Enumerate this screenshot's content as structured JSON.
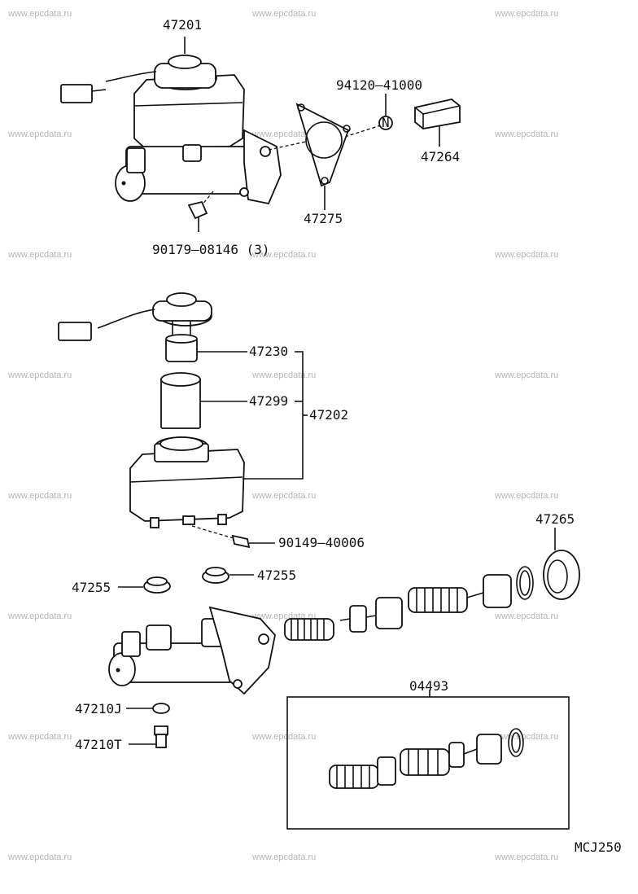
{
  "watermark": "www.epcdata.ru",
  "diagram_code": "MCJ250",
  "labels": {
    "p47201": "47201",
    "p94120": "94120–41000",
    "p47264": "47264",
    "p47275": "47275",
    "p90179": "90179–08146 (3)",
    "p47230": "47230",
    "p47299": "47299",
    "p47202": "47202",
    "p90149": "90149–40006",
    "p47265": "47265",
    "p47255a": "47255",
    "p47255b": "47255",
    "p47210j": "47210J",
    "p47210t": "47210T",
    "p04493": "04493"
  }
}
